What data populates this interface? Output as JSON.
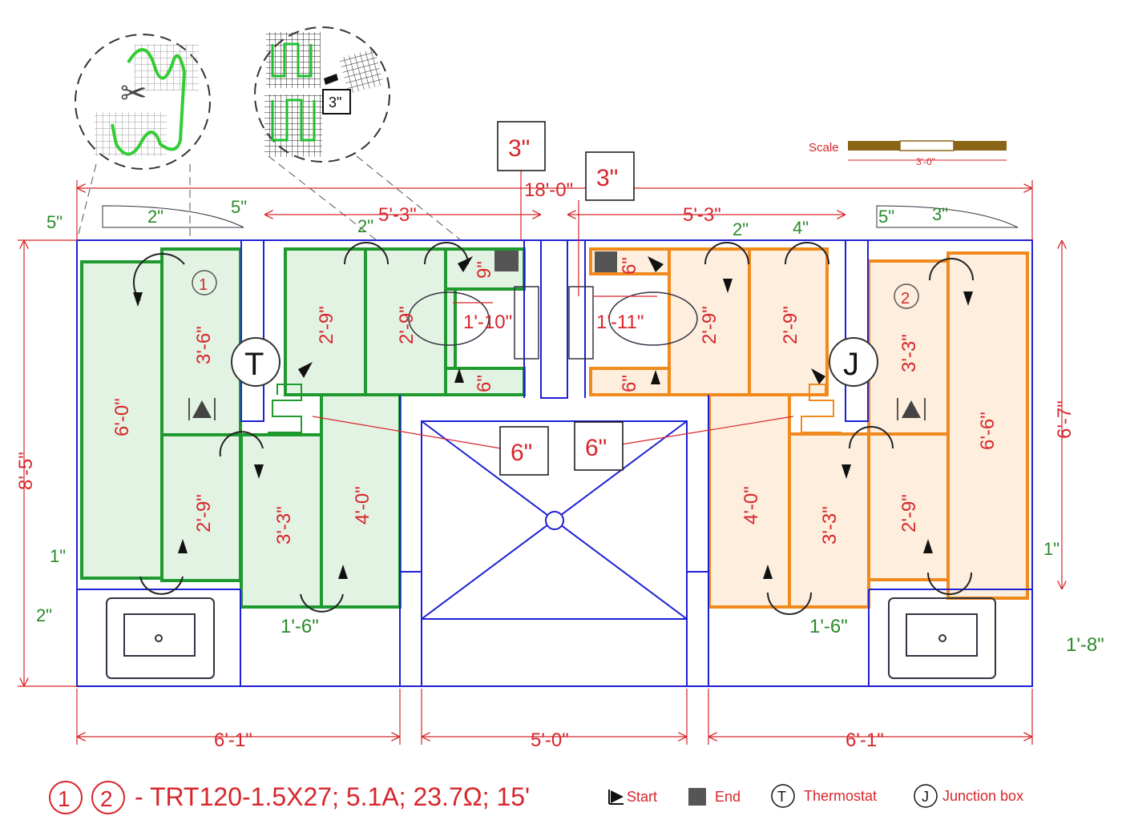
{
  "colors": {
    "wall": "#1f1fd6",
    "dim": "#d7262b",
    "green_dim": "#2b8a2b",
    "mat_green": "#1f9a2f",
    "fill_green": "#e3f3e3",
    "mat_orange": "#f08a1c",
    "fill_orange": "#fdeedd"
  },
  "scale": {
    "label": "Scale",
    "length": "3'-0\""
  },
  "overall": {
    "width": "18'-0\"",
    "height_left": "8'-5\"",
    "height_right": "6'-7\""
  },
  "callouts": {
    "left_3in": "3\"",
    "right_3in": "3\"",
    "left_6in": "6\"",
    "right_6in": "6\"",
    "detail_3in": "3\""
  },
  "dims_red": {
    "top_left_run": "5'-3\"",
    "top_right_run": "5'-3\"",
    "bottom_left": "6'-1\"",
    "bottom_center": "5'-0\"",
    "bottom_right": "6'-1\""
  },
  "dims_green": {
    "tl_5in": "5\"",
    "tl_2in": "2\"",
    "tc_5in": "5\"",
    "tc_2in": "2\"",
    "tr_2in": "2\"",
    "tr_4in": "4\"",
    "far_5in": "5\"",
    "far_3in": "3\"",
    "left_1in": "1\"",
    "left_2in": "2\"",
    "right_1in": "1\"",
    "gap_left": "1'-6\"",
    "gap_right": "1'-6\"",
    "right_edge": "1'-8\""
  },
  "left_mats": {
    "m1": "6'-0\"",
    "m2": "3'-6\"",
    "m3": "2'-9\"",
    "m4": "3'-3\"",
    "m5": "4'-0\"",
    "m6": "2'-9\"",
    "m7": "2'-9\"",
    "m8": "1'-10\"",
    "m9": "6\"",
    "m10": "9\""
  },
  "right_mats": {
    "m1": "6'-6\"",
    "m2": "3'-3\"",
    "m3": "2'-9\"",
    "m4": "3'-3\"",
    "m5": "4'-0\"",
    "m6": "2'-9\"",
    "m7": "2'-9\"",
    "m8": "1'-11\"",
    "m9": "6\"",
    "m10": "6\""
  },
  "markers": {
    "cable1": "1",
    "cable2": "2",
    "thermostat": "T",
    "junction": "J"
  },
  "legend": {
    "num1": "1",
    "num2": "2",
    "spec": "- TRT120-1.5X27; 5.1A; 23.7Ω; 15'",
    "start": "Start",
    "end": "End",
    "thermostat_symbol": "T",
    "thermostat": "Thermostat",
    "junction_symbol": "J",
    "junction": "Junction box"
  }
}
